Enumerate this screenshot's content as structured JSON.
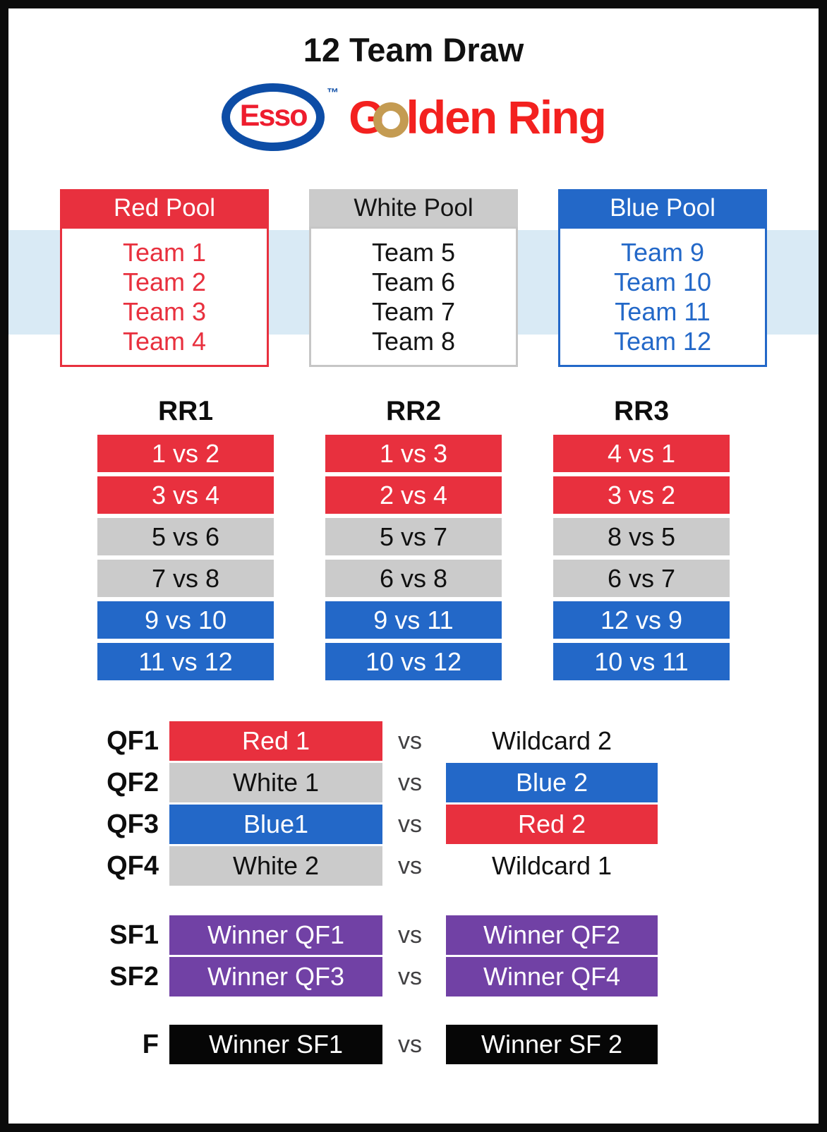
{
  "title": "12 Team Draw",
  "logos": {
    "esso": {
      "text": "Esso",
      "tm": "™"
    },
    "golden_ring": {
      "part1": "G",
      "part2": "lden",
      "part3": "Ring"
    }
  },
  "colors": {
    "red": "#e8303e",
    "gray": "#cbcbcb",
    "blue": "#2368c8",
    "purple": "#7141a5",
    "black": "#060606",
    "band_light_blue": "#d9eaf5",
    "esso_blue": "#0d4da6",
    "esso_red": "#ee1d2e",
    "golden_ring_red": "#f3211f",
    "gold": "#c49b52"
  },
  "pools": [
    {
      "name": "Red Pool",
      "teams": [
        "Team 1",
        "Team 2",
        "Team 3",
        "Team 4"
      ]
    },
    {
      "name": "White Pool",
      "teams": [
        "Team 5",
        "Team 6",
        "Team 7",
        "Team 8"
      ]
    },
    {
      "name": "Blue Pool",
      "teams": [
        "Team 9",
        "Team 10",
        "Team 11",
        "Team 12"
      ]
    }
  ],
  "round_robin": [
    {
      "label": "RR1",
      "matches": [
        {
          "text": "1 vs 2",
          "pool": "red"
        },
        {
          "text": "3 vs 4",
          "pool": "red"
        },
        {
          "text": "5 vs 6",
          "pool": "white"
        },
        {
          "text": "7 vs 8",
          "pool": "white"
        },
        {
          "text": "9 vs 10",
          "pool": "blue"
        },
        {
          "text": "11 vs 12",
          "pool": "blue"
        }
      ]
    },
    {
      "label": "RR2",
      "matches": [
        {
          "text": "1 vs 3",
          "pool": "red"
        },
        {
          "text": "2 vs 4",
          "pool": "red"
        },
        {
          "text": "5 vs 7",
          "pool": "white"
        },
        {
          "text": "6 vs 8",
          "pool": "white"
        },
        {
          "text": "9 vs 11",
          "pool": "blue"
        },
        {
          "text": "10 vs 12",
          "pool": "blue"
        }
      ]
    },
    {
      "label": "RR3",
      "matches": [
        {
          "text": "4 vs 1",
          "pool": "red"
        },
        {
          "text": "3 vs 2",
          "pool": "red"
        },
        {
          "text": "8 vs 5",
          "pool": "white"
        },
        {
          "text": "6 vs 7",
          "pool": "white"
        },
        {
          "text": "12 vs 9",
          "pool": "blue"
        },
        {
          "text": "10 vs 11",
          "pool": "blue"
        }
      ]
    }
  ],
  "vs_label": "vs",
  "quarterfinals": [
    {
      "label": "QF1",
      "left": {
        "text": "Red 1",
        "style": "red"
      },
      "right": {
        "text": "Wildcard 2",
        "style": "plain"
      }
    },
    {
      "label": "QF2",
      "left": {
        "text": "White 1",
        "style": "gray"
      },
      "right": {
        "text": "Blue 2",
        "style": "blue"
      }
    },
    {
      "label": "QF3",
      "left": {
        "text": "Blue1",
        "style": "blue"
      },
      "right": {
        "text": "Red 2",
        "style": "red"
      }
    },
    {
      "label": "QF4",
      "left": {
        "text": "White 2",
        "style": "gray"
      },
      "right": {
        "text": "Wildcard 1",
        "style": "plain"
      }
    }
  ],
  "semifinals": [
    {
      "label": "SF1",
      "left": {
        "text": "Winner QF1"
      },
      "right": {
        "text": "Winner QF2"
      }
    },
    {
      "label": "SF2",
      "left": {
        "text": "Winner QF3"
      },
      "right": {
        "text": "Winner QF4"
      }
    }
  ],
  "final": {
    "label": "F",
    "left": {
      "text": "Winner SF1"
    },
    "right": {
      "text": "Winner SF 2"
    }
  }
}
